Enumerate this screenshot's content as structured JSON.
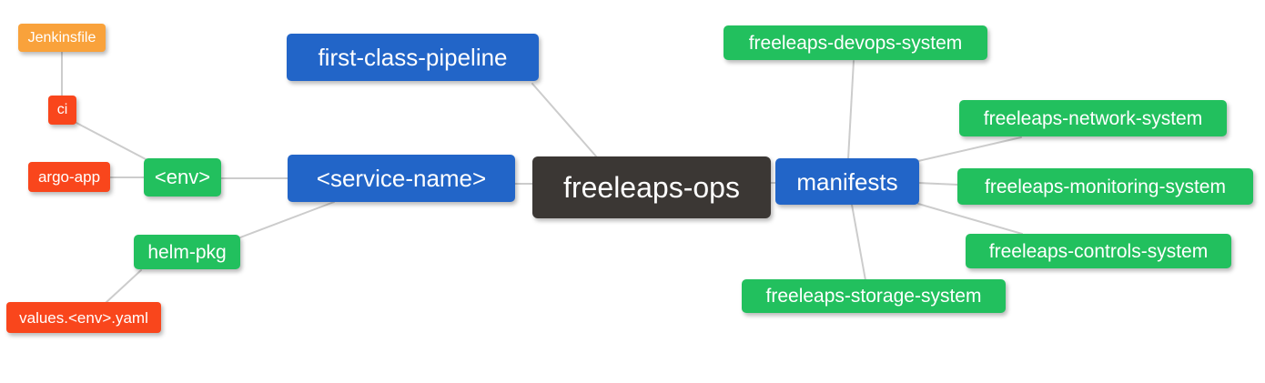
{
  "colors": {
    "background": "#ffffff",
    "root_node": "#3b3734",
    "primary_node": "#2265c8",
    "secondary_node": "#22c05e",
    "note_orange": "#f9a23b",
    "note_red": "#f9461c",
    "edge_line": "#cccccc",
    "node_text": "#ffffff"
  },
  "nodes": {
    "freeleaps_ops": {
      "label": "freeleaps-ops"
    },
    "first_class_pipeline": {
      "label": "first-class-pipeline"
    },
    "service_name": {
      "label": "<service-name>"
    },
    "manifests": {
      "label": "manifests"
    },
    "env": {
      "label": "<env>"
    },
    "helm_pkg": {
      "label": "helm-pkg"
    },
    "ci": {
      "label": "ci"
    },
    "jenkinsfile": {
      "label": "Jenkinsfile"
    },
    "argo_app": {
      "label": "argo-app"
    },
    "values_env_yaml": {
      "label": "values.<env>.yaml"
    },
    "devops_system": {
      "label": "freeleaps-devops-system"
    },
    "network_system": {
      "label": "freeleaps-network-system"
    },
    "monitoring_system": {
      "label": "freeleaps-monitoring-system"
    },
    "controls_system": {
      "label": "freeleaps-controls-system"
    },
    "storage_system": {
      "label": "freeleaps-storage-system"
    }
  },
  "edges": [
    {
      "from": "jenkinsfile",
      "to": "ci"
    },
    {
      "from": "ci",
      "to": "env"
    },
    {
      "from": "argo_app",
      "to": "env"
    },
    {
      "from": "env",
      "to": "service_name"
    },
    {
      "from": "helm_pkg",
      "to": "service_name"
    },
    {
      "from": "values_env_yaml",
      "to": "helm_pkg"
    },
    {
      "from": "first_class_pipeline",
      "to": "freeleaps_ops"
    },
    {
      "from": "service_name",
      "to": "freeleaps_ops"
    },
    {
      "from": "freeleaps_ops",
      "to": "manifests"
    },
    {
      "from": "manifests",
      "to": "devops_system"
    },
    {
      "from": "manifests",
      "to": "network_system"
    },
    {
      "from": "manifests",
      "to": "monitoring_system"
    },
    {
      "from": "manifests",
      "to": "controls_system"
    },
    {
      "from": "manifests",
      "to": "storage_system"
    }
  ]
}
